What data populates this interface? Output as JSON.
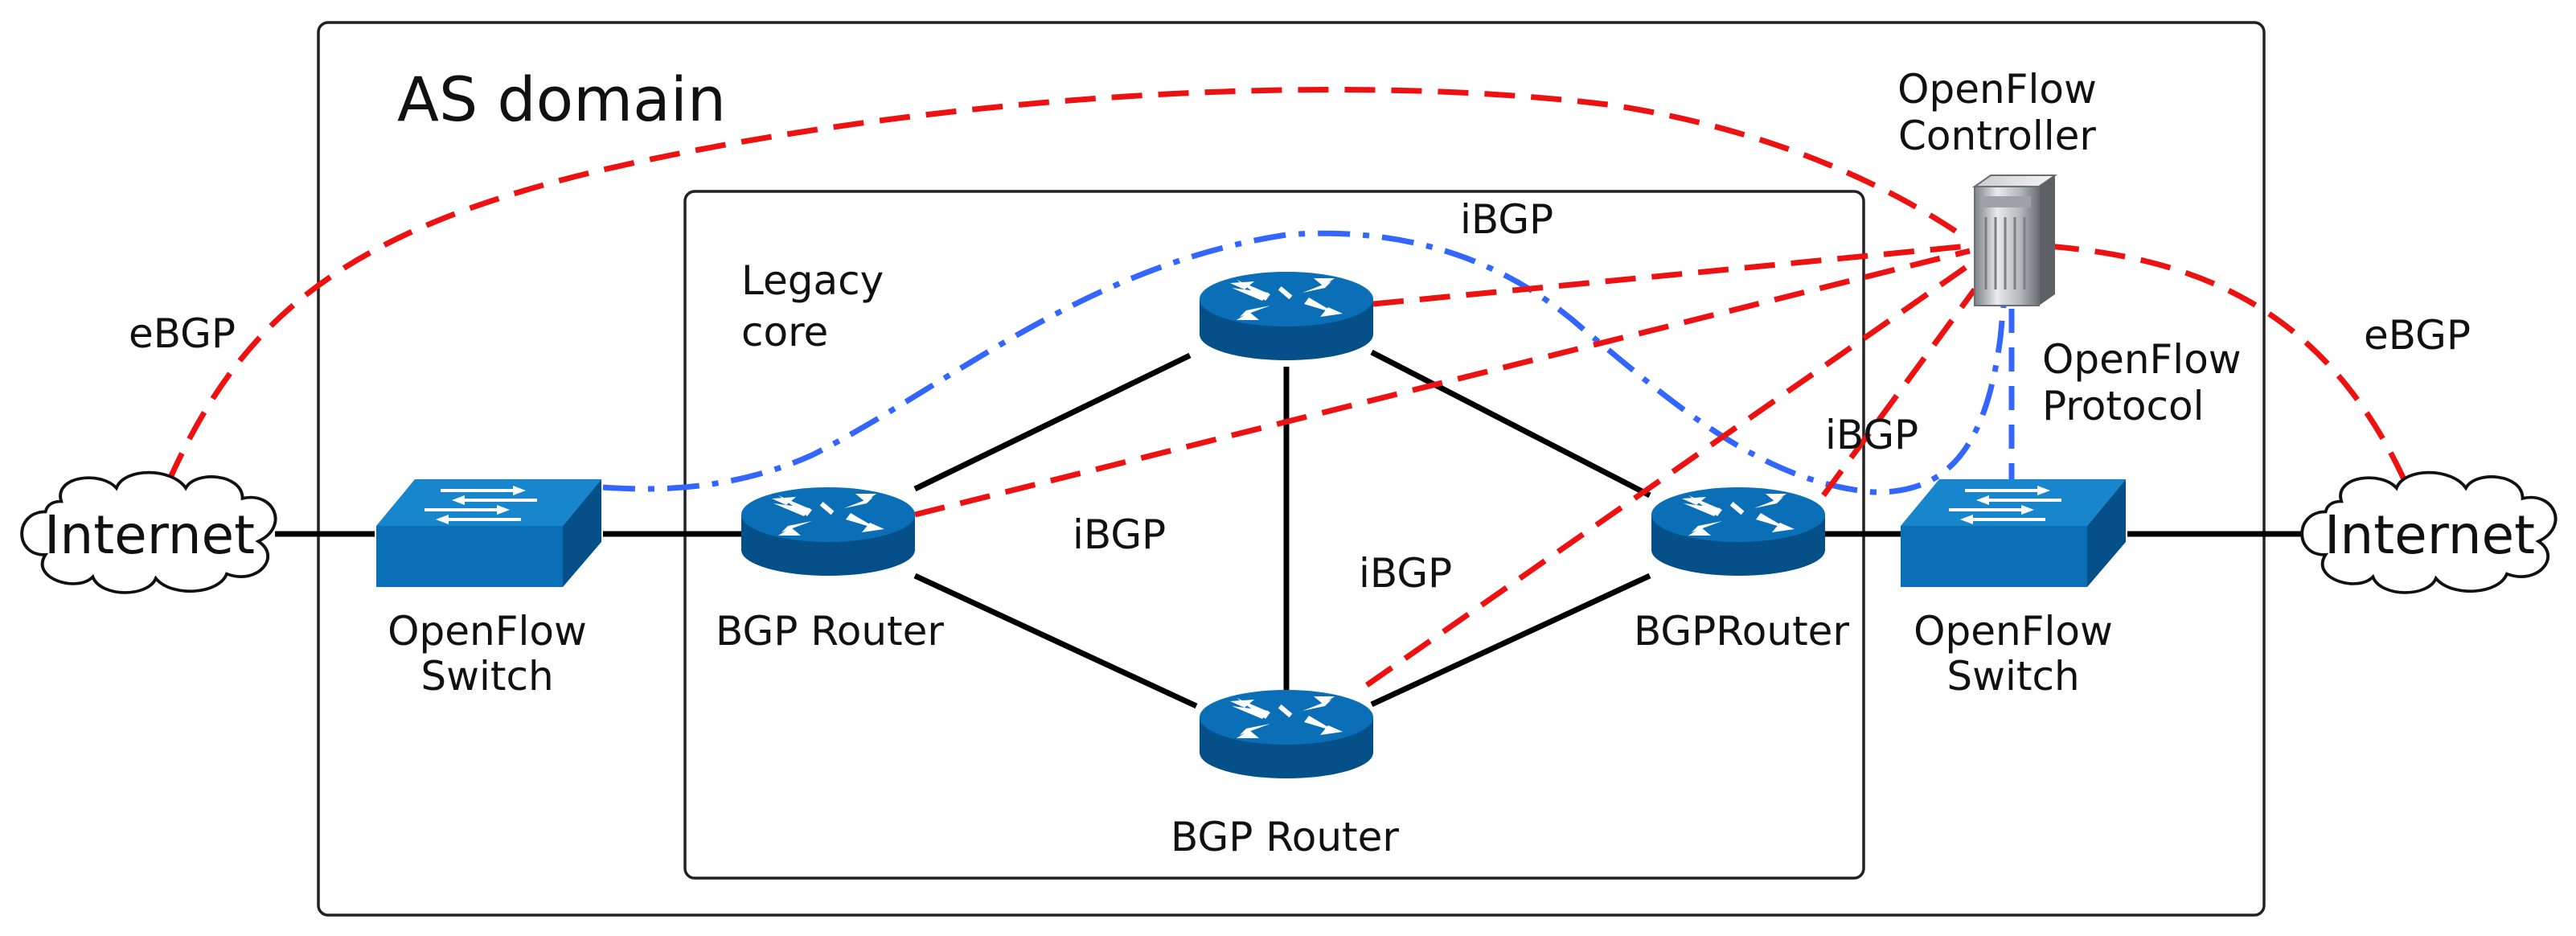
{
  "as_domain": {
    "label": "AS domain"
  },
  "legacy_core": {
    "label_line1": "Legacy",
    "label_line2": "core"
  },
  "controller": {
    "label_line1": "OpenFlow",
    "label_line2": "Controller"
  },
  "openflow_protocol": {
    "label_line1": "OpenFlow",
    "label_line2": "Protocol"
  },
  "internet_left": {
    "label": "Internet"
  },
  "internet_right": {
    "label": "Internet"
  },
  "switch_left": {
    "label_line1": "OpenFlow",
    "label_line2": "Switch"
  },
  "switch_right": {
    "label_line1": "OpenFlow",
    "label_line2": "Switch"
  },
  "router_left": {
    "label": "BGP Router"
  },
  "router_right": {
    "label": "BGPRouter"
  },
  "router_bottom": {
    "label": "BGP Router"
  },
  "router_top": {
    "label": ""
  },
  "sessions": {
    "ebgp_left": "eBGP",
    "ebgp_right": "eBGP",
    "ibgp_top": "iBGP",
    "ibgp_middle_left": "iBGP",
    "ibgp_middle": "iBGP",
    "ibgp_right": "iBGP"
  },
  "colors": {
    "device_blue": "#0a6fb6",
    "device_blue_dark": "#06508a",
    "bgp_session": "#ee1111",
    "openflow_session": "#3366ff",
    "physical_link": "#000000"
  },
  "icons": {
    "router": "router-icon",
    "switch": "switch-icon",
    "server": "server-icon",
    "cloud": "cloud-icon"
  }
}
